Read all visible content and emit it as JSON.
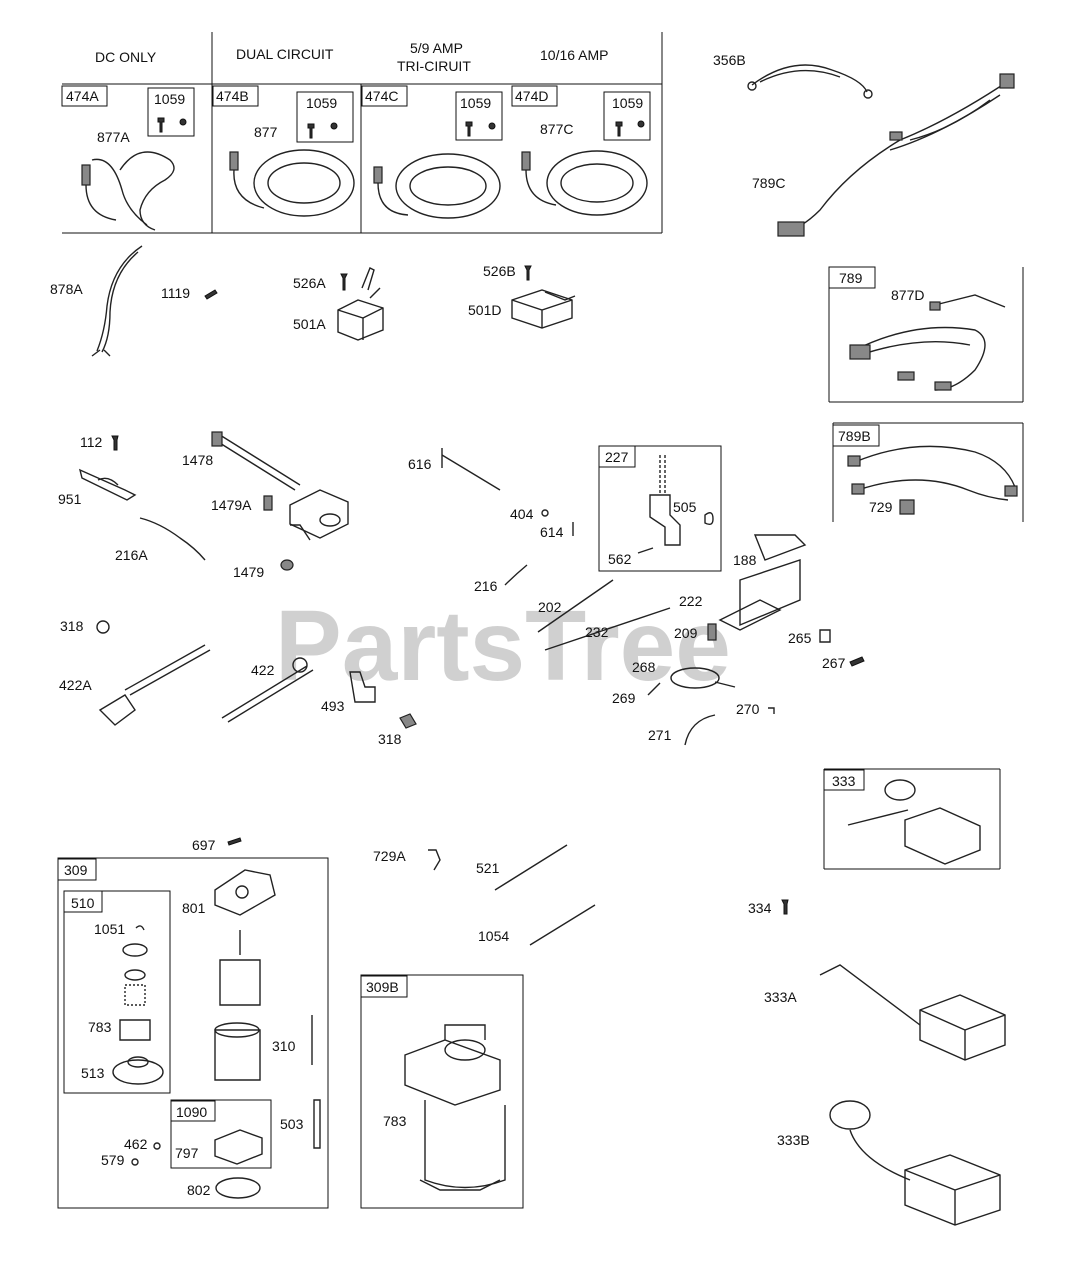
{
  "watermark": "PartsTree",
  "stator_headers": {
    "dc_only": "DC ONLY",
    "dual_circuit": "DUAL CIRCUIT",
    "tri_line1": "5/9    AMP",
    "tri_line2": "TRI-CIRUIT",
    "amp_10_16": "10/16 AMP"
  },
  "box_labels": {
    "b474A": "474A",
    "b474B": "474B",
    "b474C": "474C",
    "b474D": "474D",
    "b1059a": "1059",
    "b1059b": "1059",
    "b1059c": "1059",
    "b1059d": "1059",
    "b789": "789",
    "b789B": "789B",
    "b227": "227",
    "b333": "333",
    "b309": "309",
    "b510": "510",
    "b1090": "1090",
    "b309B": "309B"
  },
  "part_labels": {
    "p877A": "877A",
    "p877": "877",
    "p877C": "877C",
    "p356B": "356B",
    "p789C": "789C",
    "p878A": "878A",
    "p1119": "1119",
    "p526A": "526A",
    "p501A": "501A",
    "p526B": "526B",
    "p501D": "501D",
    "p877D": "877D",
    "p729": "729",
    "p112": "112",
    "p1478": "1478",
    "p951": "951",
    "p1479A": "1479A",
    "p216A": "216A",
    "p1479": "1479",
    "p616": "616",
    "p404": "404",
    "p614": "614",
    "p505": "505",
    "p562": "562",
    "p188": "188",
    "p216": "216",
    "p202": "202",
    "p222": "222",
    "p232": "232",
    "p209": "209",
    "p265": "265",
    "p267": "267",
    "p268": "268",
    "p269": "269",
    "p270": "270",
    "p271": "271",
    "p318a": "318",
    "p422A": "422A",
    "p422": "422",
    "p493": "493",
    "p318b": "318",
    "p697": "697",
    "p729A": "729A",
    "p521": "521",
    "p1054": "1054",
    "p334": "334",
    "p333A": "333A",
    "p333B": "333B",
    "p801": "801",
    "p1051": "1051",
    "p783a": "783",
    "p513": "513",
    "p310": "310",
    "p503": "503",
    "p462": "462",
    "p579": "579",
    "p797": "797",
    "p802": "802",
    "p783b": "783"
  }
}
